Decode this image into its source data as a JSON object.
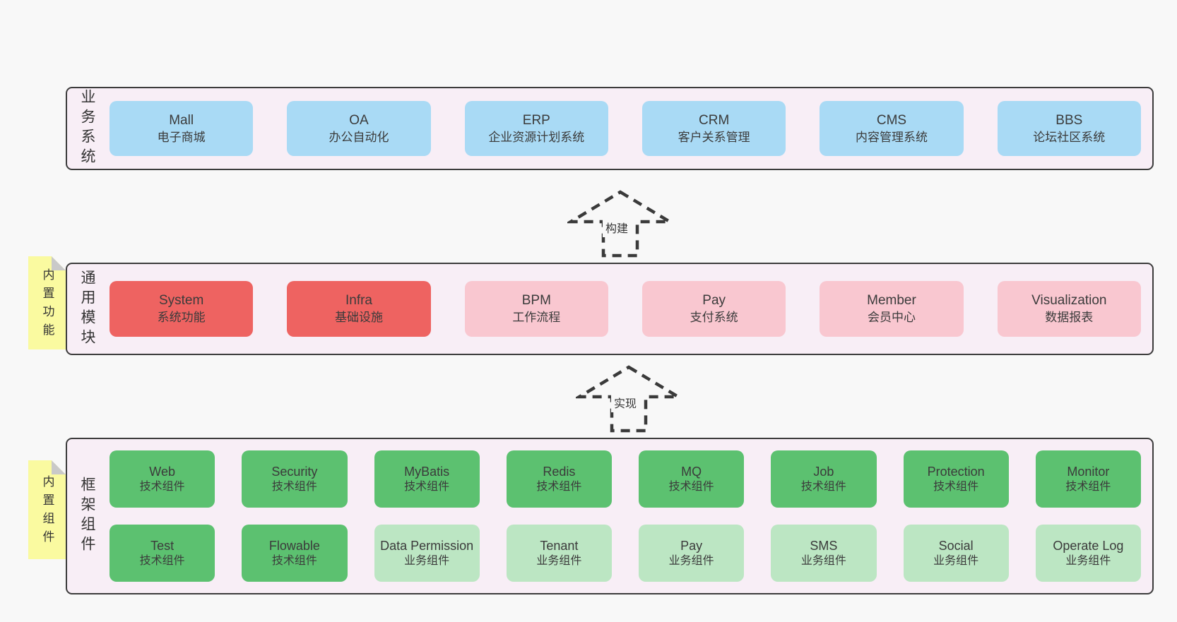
{
  "diagram": {
    "colors": {
      "page_bg": "#f8f8f8",
      "panel_bg": "#f8eef6",
      "panel_border": "#3c3c3c",
      "blue_box": "#a9daf5",
      "red_box": "#ee6361",
      "pink_box": "#f9c7d0",
      "green_dark_box": "#5cc170",
      "green_light_box": "#bce6c3",
      "sticky_yellow": "#fafaa0",
      "fold_gray": "#c9c9c9",
      "dash_stroke": "#3a3a3a",
      "text": "#3b3b3b"
    },
    "arrows": {
      "build": "构建",
      "implement": "实现"
    },
    "business": {
      "label": "业务系统",
      "boxes": [
        {
          "title": "Mall",
          "subtitle": "电子商城"
        },
        {
          "title": "OA",
          "subtitle": "办公自动化"
        },
        {
          "title": "ERP",
          "subtitle": "企业资源计划系统"
        },
        {
          "title": "CRM",
          "subtitle": "客户关系管理"
        },
        {
          "title": "CMS",
          "subtitle": "内容管理系统"
        },
        {
          "title": "BBS",
          "subtitle": "论坛社区系统"
        }
      ]
    },
    "modules": {
      "label": "通用模块",
      "sticky": "内置功能",
      "boxes": [
        {
          "title": "System",
          "subtitle": "系统功能"
        },
        {
          "title": "Infra",
          "subtitle": "基础设施"
        },
        {
          "title": "BPM",
          "subtitle": "工作流程"
        },
        {
          "title": "Pay",
          "subtitle": "支付系统"
        },
        {
          "title": "Member",
          "subtitle": "会员中心"
        },
        {
          "title": "Visualization",
          "subtitle": "数据报表"
        }
      ]
    },
    "components": {
      "label": "框架组件",
      "sticky": "内置组件",
      "row1": [
        {
          "title": "Web",
          "subtitle": "技术组件"
        },
        {
          "title": "Security",
          "subtitle": "技术组件"
        },
        {
          "title": "MyBatis",
          "subtitle": "技术组件"
        },
        {
          "title": "Redis",
          "subtitle": "技术组件"
        },
        {
          "title": "MQ",
          "subtitle": "技术组件"
        },
        {
          "title": "Job",
          "subtitle": "技术组件"
        },
        {
          "title": "Protection",
          "subtitle": "技术组件"
        },
        {
          "title": "Monitor",
          "subtitle": "技术组件"
        }
      ],
      "row2": [
        {
          "title": "Test",
          "subtitle": "技术组件"
        },
        {
          "title": "Flowable",
          "subtitle": "技术组件"
        },
        {
          "title": "Data Permission",
          "subtitle": "业务组件"
        },
        {
          "title": "Tenant",
          "subtitle": "业务组件"
        },
        {
          "title": "Pay",
          "subtitle": "业务组件"
        },
        {
          "title": "SMS",
          "subtitle": "业务组件"
        },
        {
          "title": "Social",
          "subtitle": "业务组件"
        },
        {
          "title": "Operate Log",
          "subtitle": "业务组件"
        }
      ]
    }
  }
}
